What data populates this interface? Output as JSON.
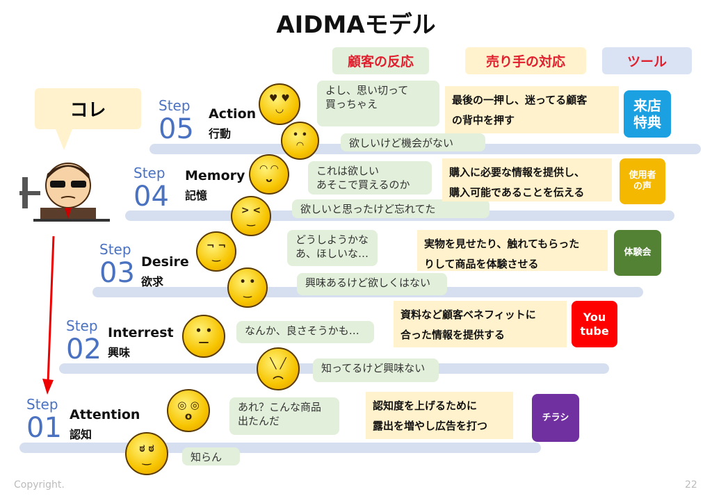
{
  "title": "AIDMAモデル",
  "headers": {
    "customer": "顧客の反応",
    "seller": "売り手の対応",
    "tool": "ツール"
  },
  "kore": "コレ",
  "footer": {
    "copyright": "Copyright.",
    "page": "22"
  },
  "steps": [
    {
      "step": "Step",
      "num": "05",
      "en": "Action",
      "jp": "行動",
      "reaction_pos": "よし、思い切って\n買っちゃえ",
      "reaction_neg": "欲しいけど機会がない",
      "seller": "最後の一押し、迷ってる顧客\nの背中を押す",
      "tool": "来店\n特典",
      "tool_color": "#1ba1e2",
      "face_pos": "heart-eyes",
      "face_neg": "drooling"
    },
    {
      "step": "Step",
      "num": "04",
      "en": "Memory",
      "jp": "記憶",
      "reaction_pos": "これは欲しい\nあそこで買えるのか",
      "reaction_neg": "欲しいと思ったけど忘れてた",
      "seller": "購入に必要な情報を提供し、\n購入可能であることを伝える",
      "tool": "使用者\nの声",
      "tool_color": "#f5b800",
      "face_pos": "yum",
      "face_neg": "squint"
    },
    {
      "step": "Step",
      "num": "03",
      "en": "Desire",
      "jp": "欲求",
      "reaction_pos": "どうしようかな\nあ、ほしいな…",
      "reaction_neg": "興味あるけど欲しくはない",
      "seller": "実物を見せたり、触れてもらった\nりして商品を体験させる",
      "tool": "体験会",
      "tool_color": "#548235",
      "face_pos": "smirk",
      "face_neg": "meh-smile"
    },
    {
      "step": "Step",
      "num": "02",
      "en": "Interrest",
      "jp": "興味",
      "reaction_pos": "なんか、良さそうかも…",
      "reaction_neg": "知ってるけど興味ない",
      "seller": "資料など顧客ベネフィットに\n合った情報を提供する",
      "tool": "You\ntube",
      "tool_color": "#ff0000",
      "face_pos": "neutral",
      "face_neg": "frown"
    },
    {
      "step": "Step",
      "num": "01",
      "en": "Attention",
      "jp": "認知",
      "reaction_pos": "あれ？こんな商品\n出たんだ",
      "reaction_neg": "知らん",
      "seller": "認知度を上げるために\n露出を増やし広告を打つ",
      "tool": "チラシ",
      "tool_color": "#7030a0",
      "face_pos": "surprised",
      "face_neg": "crying"
    }
  ]
}
